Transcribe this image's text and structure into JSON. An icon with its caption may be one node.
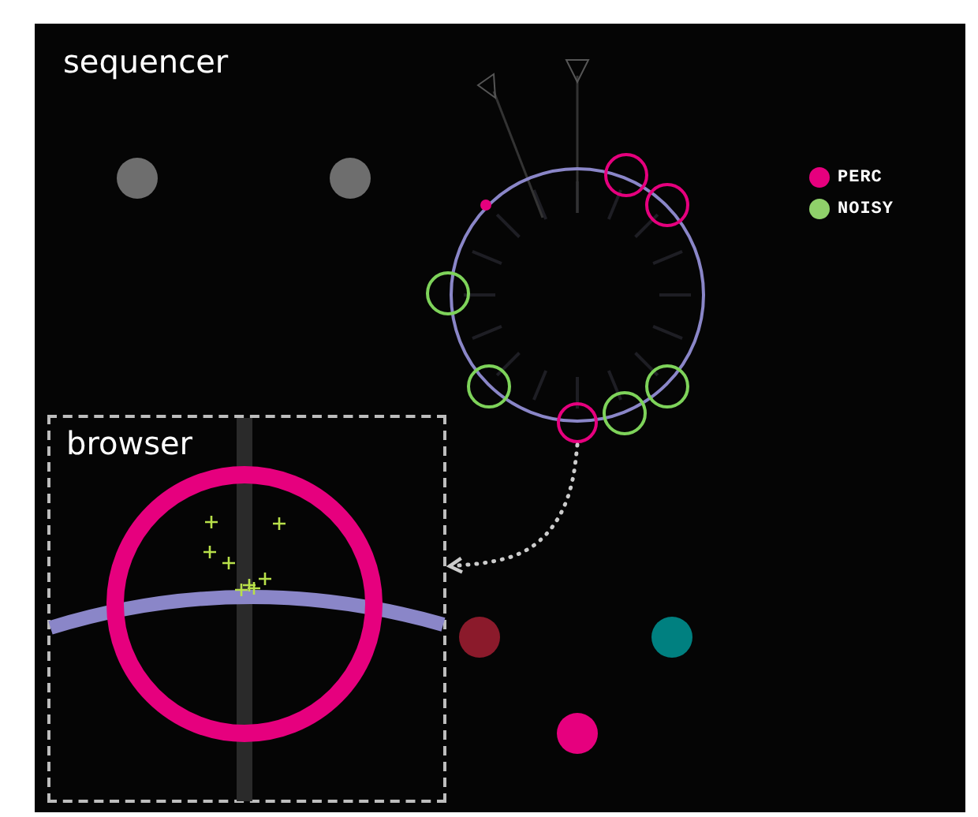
{
  "diagram": {
    "nodes": [
      {
        "text": [
          "sequencer"
        ]
      },
      {
        "text": [
          "browser"
        ],
        "in": 0
      },
      {
        "text": [],
        "shape": "circle",
        "in": 0
      }
    ],
    "edges": [
      {
        "from": 2,
        "to": 1,
        "arrow": "to",
        "style": "dashed",
        "color": "#cccccc"
      }
    ],
    "legend": [
      {
        "text": "PERC",
        "color": "#e6007e"
      },
      {
        "text": "NOISY",
        "color": "#8fd16a"
      }
    ]
  }
}
